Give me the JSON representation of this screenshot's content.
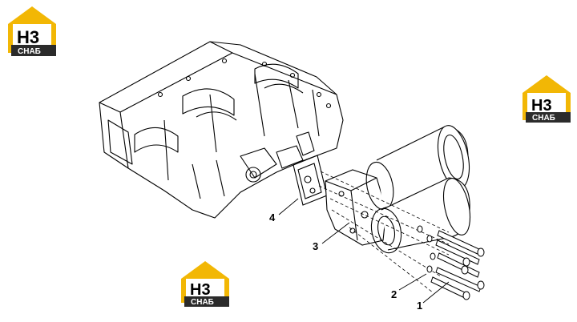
{
  "logos": [
    {
      "mark": "H3",
      "caption": "СНАБ"
    },
    {
      "mark": "H3",
      "caption": "СНАБ"
    },
    {
      "mark": "H3",
      "caption": "СНАБ"
    }
  ],
  "callouts": [
    {
      "label": "1"
    },
    {
      "label": "2"
    },
    {
      "label": "3"
    },
    {
      "label": "4"
    }
  ],
  "colors": {
    "logo_yellow": "#f2b705",
    "logo_dark": "#2b2b2b",
    "line": "#000000"
  }
}
